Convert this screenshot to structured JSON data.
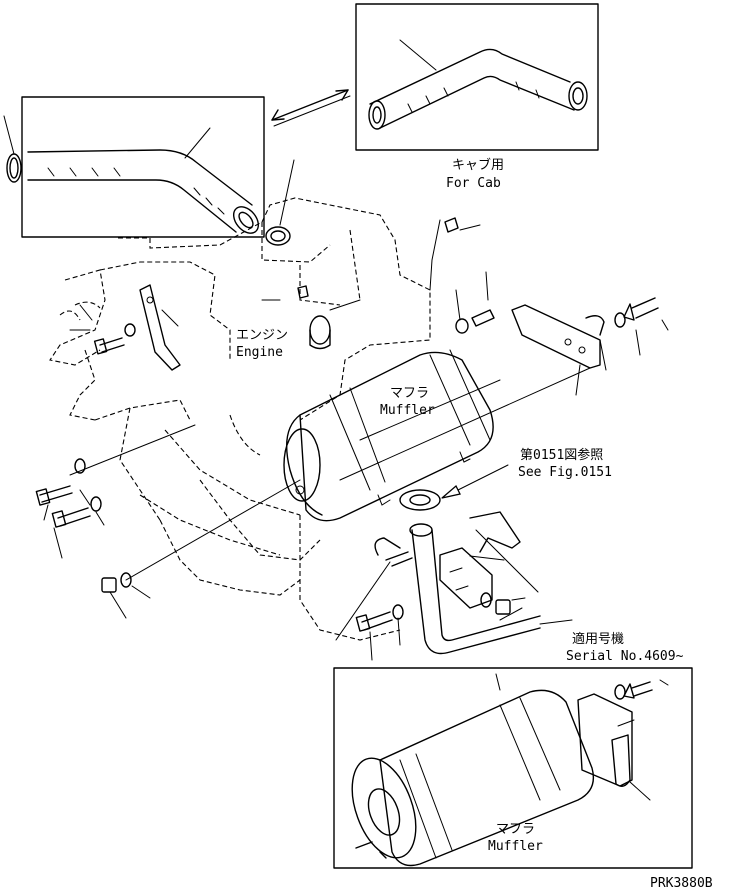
{
  "labels": {
    "for_cab_jp": "キャブ用",
    "for_cab_en": "For Cab",
    "engine_jp": "エンジン",
    "engine_en": "Engine",
    "muffler_jp": "マフラ",
    "muffler_en": "Muffler",
    "see_fig_jp": "第0151図参照",
    "see_fig_en": "See Fig.0151",
    "serial_jp": "適用号機",
    "serial_en": "Serial No.4609~",
    "inset_muffler_jp": "マフラ",
    "inset_muffler_en": "Muffler",
    "part_code": "PRK3880B"
  }
}
